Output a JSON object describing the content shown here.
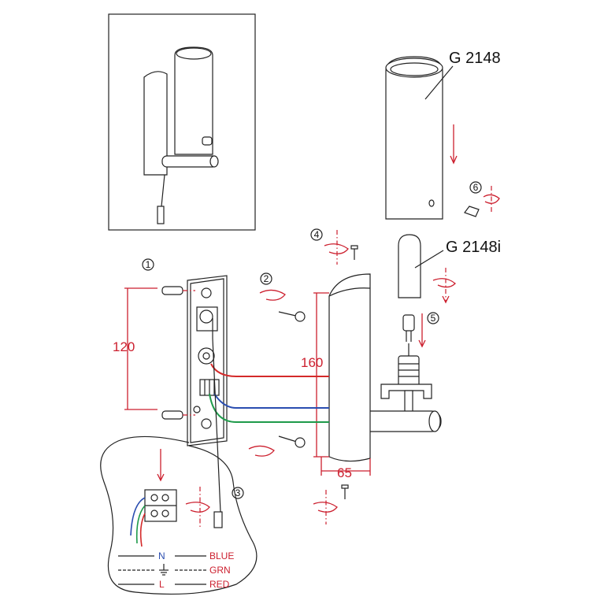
{
  "labels": {
    "shade_model": "G 2148",
    "bulb_model": "G 2148i"
  },
  "dimensions": {
    "mount_spacing": "120",
    "height": "160",
    "depth": "65"
  },
  "steps": [
    "1",
    "2",
    "3",
    "4",
    "5",
    "6"
  ],
  "wiring": {
    "neutral": {
      "letter": "N",
      "color_name": "BLUE"
    },
    "ground": {
      "color_name": "GRN"
    },
    "live": {
      "letter": "L",
      "color_name": "RED"
    }
  },
  "colors": {
    "dimension_red": "#cc1f2e",
    "wire_blue": "#2a4db0",
    "wire_green": "#1e9a4a",
    "wire_red": "#d42a2a",
    "ink": "#222222"
  }
}
